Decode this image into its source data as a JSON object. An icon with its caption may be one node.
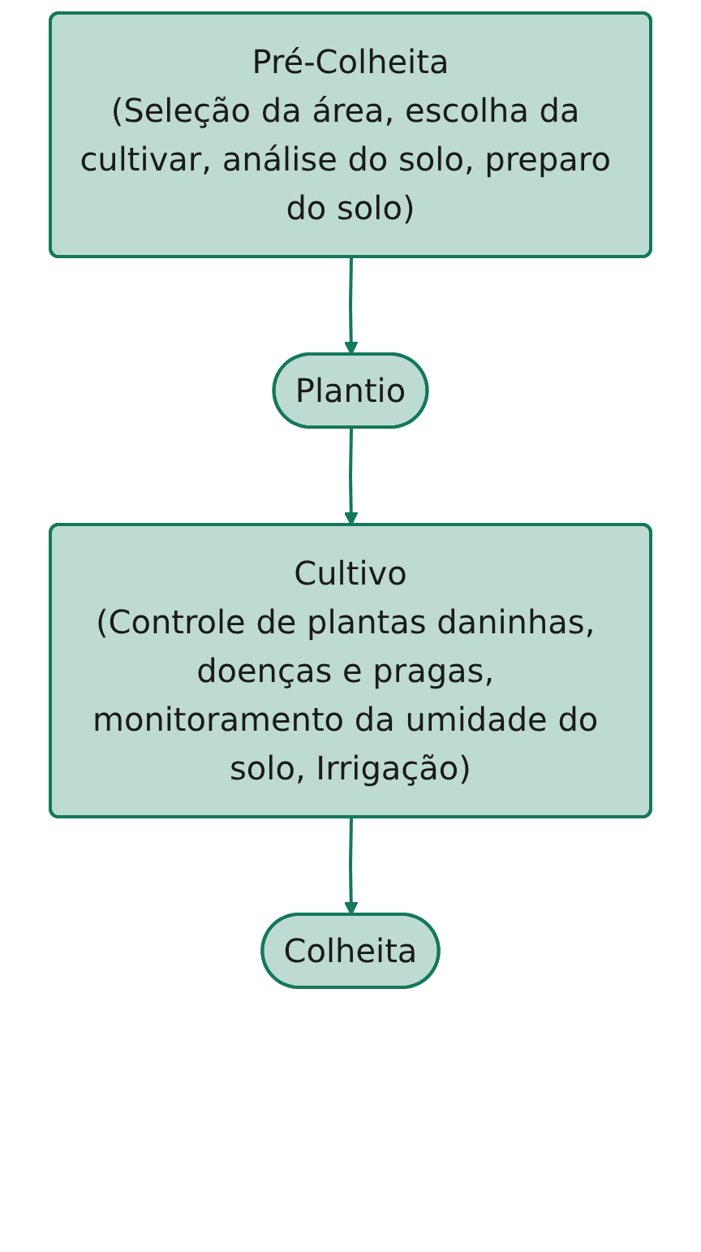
{
  "diagram": {
    "nodes": [
      {
        "text": [
          "Pré-Colheita",
          "(Seleção da área, escolha da cultivar, análise do solo, preparo do solo)"
        ]
      },
      {
        "text": [
          "Plantio"
        ]
      },
      {
        "text": [
          "Cultivo",
          "(Controle de plantas daninhas, doenças e pragas, monitoramento da umidade do solo, Irrigação)"
        ]
      },
      {
        "text": [
          "Colheita"
        ]
      }
    ],
    "edges": [
      {
        "from": 0,
        "to": 1,
        "arrow": "to"
      },
      {
        "from": 1,
        "to": 2,
        "arrow": "to"
      },
      {
        "from": 2,
        "to": 3,
        "arrow": "to"
      }
    ]
  }
}
